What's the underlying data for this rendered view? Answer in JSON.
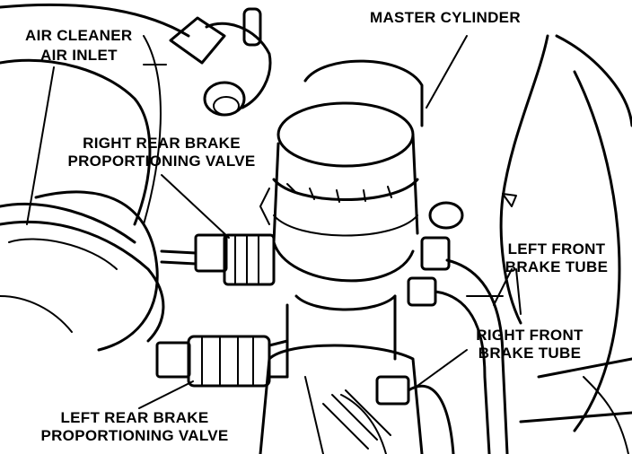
{
  "labels": {
    "air_cleaner_line1": "AIR CLEANER",
    "air_cleaner_line2": "AIR INLET",
    "master_cylinder": "MASTER CYLINDER",
    "right_rear_line1": "RIGHT REAR BRAKE",
    "right_rear_line2": "PROPORTIONING VALVE",
    "left_front_line1": "LEFT FRONT",
    "left_front_line2": "BRAKE TUBE",
    "right_front_line1": "RIGHT FRONT",
    "right_front_line2": "BRAKE TUBE",
    "left_rear_line1": "LEFT REAR BRAKE",
    "left_rear_line2": "PROPORTIONING VALVE"
  },
  "colors": {
    "ink": "#000000",
    "paper": "#ffffff"
  }
}
